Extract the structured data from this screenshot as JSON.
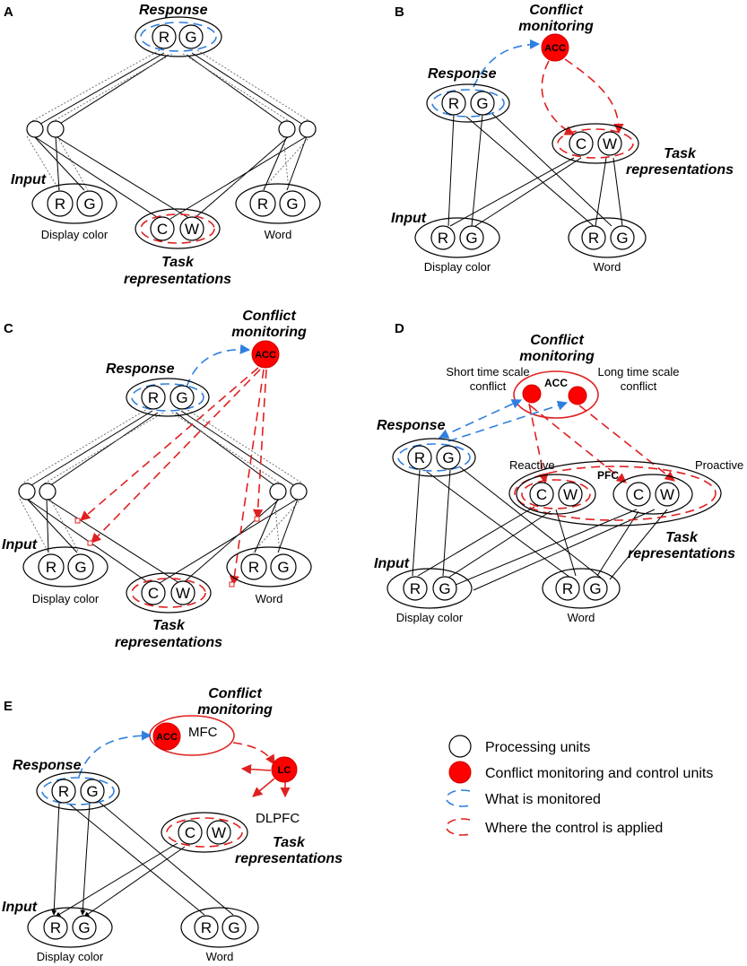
{
  "panels": {
    "A": {
      "label": "A",
      "response": "Response",
      "input": "Input",
      "task1": "Task",
      "task2": "representations",
      "display_color": "Display color",
      "word": "Word",
      "units": {
        "r": "R",
        "g": "G",
        "c": "C",
        "w": "W"
      }
    },
    "B": {
      "label": "B",
      "conflict1": "Conflict",
      "conflict2": "monitoring",
      "acc": "ACC",
      "response": "Response",
      "input": "Input",
      "task1": "Task",
      "task2": "representations",
      "display_color": "Display color",
      "word": "Word"
    },
    "C": {
      "label": "C",
      "conflict1": "Conflict",
      "conflict2": "monitoring",
      "acc": "ACC",
      "response": "Response",
      "input": "Input",
      "task1": "Task",
      "task2": "representations",
      "display_color": "Display color",
      "word": "Word"
    },
    "D": {
      "label": "D",
      "conflict1": "Conflict",
      "conflict2": "monitoring",
      "acc": "ACC",
      "short1": "Short time scale",
      "short2": "conflict",
      "long1": "Long time scale",
      "long2": "conflict",
      "response": "Response",
      "reactive": "Reactive",
      "proactive": "Proactive",
      "pfc": "PFC",
      "input": "Input",
      "task1": "Task",
      "task2": "representations",
      "display_color": "Display color",
      "word": "Word"
    },
    "E": {
      "label": "E",
      "conflict1": "Conflict",
      "conflict2": "monitoring",
      "acc": "ACC",
      "mfc": "MFC",
      "lc": "LC",
      "dlpfc": "DLPFC",
      "response": "Response",
      "input": "Input",
      "task1": "Task",
      "task2": "representations",
      "display_color": "Display color",
      "word": "Word"
    }
  },
  "legend": {
    "processing": "Processing units",
    "control": "Conflict monitoring and control units",
    "monitored": "What is monitored",
    "applied": "Where the control is applied"
  },
  "colors": {
    "blue": "#2f7fe0",
    "red": "#e02020",
    "fill_red": "#ff0000"
  }
}
